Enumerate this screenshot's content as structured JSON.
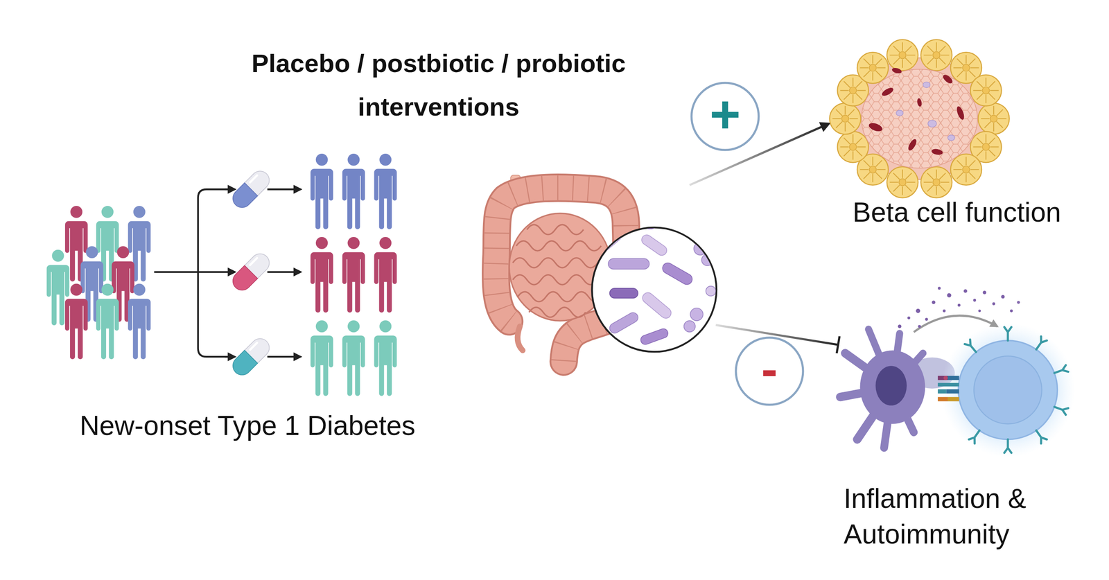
{
  "diagram": {
    "title": "Placebo / postbiotic / probiotic interventions",
    "nodes": [
      {
        "text": [
          "+"
        ]
      },
      {
        "text": [
          "-"
        ]
      }
    ],
    "labels": [
      "New-onset Type 1 Diabetes",
      "Beta cell function",
      "Inflammation & Autoimmunity"
    ]
  }
}
